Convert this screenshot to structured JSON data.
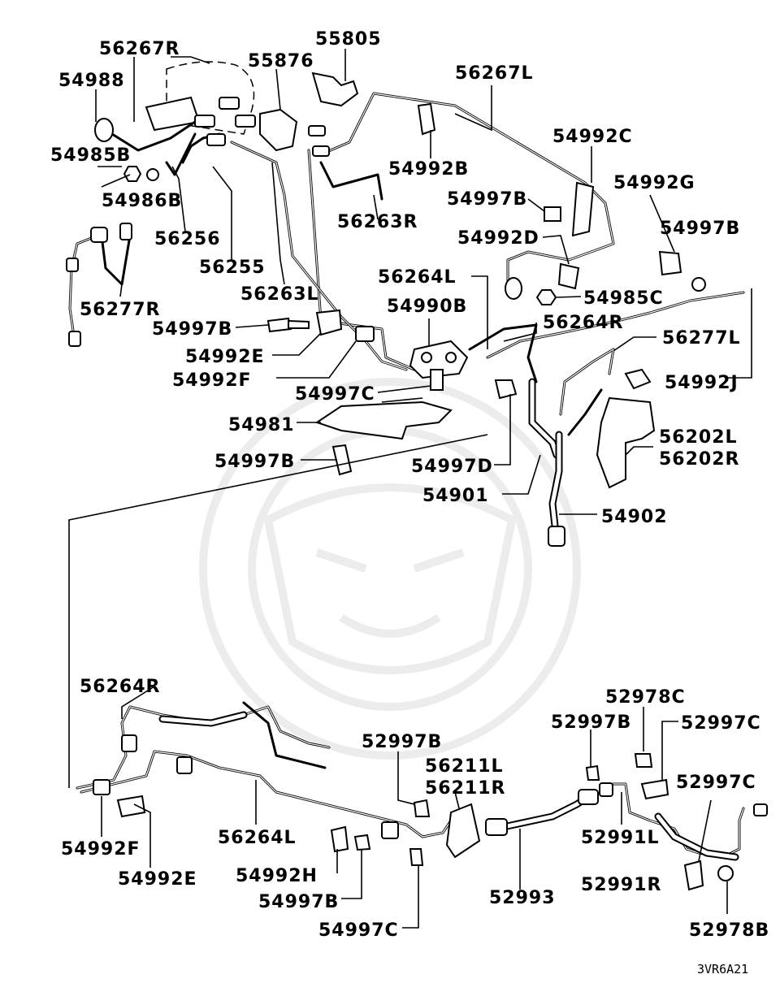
{
  "diagram_code": "3VR6A21",
  "parts": [
    {
      "id": "p_55805",
      "label": "55805"
    },
    {
      "id": "p_56267R",
      "label": "56267R"
    },
    {
      "id": "p_55876",
      "label": "55876"
    },
    {
      "id": "p_54988",
      "label": "54988"
    },
    {
      "id": "p_56267L",
      "label": "56267L"
    },
    {
      "id": "p_54992C",
      "label": "54992C"
    },
    {
      "id": "p_54985B",
      "label": "54985B"
    },
    {
      "id": "p_54992B",
      "label": "54992B"
    },
    {
      "id": "p_54992G",
      "label": "54992G"
    },
    {
      "id": "p_54986B",
      "label": "54986B"
    },
    {
      "id": "p_54997B_a",
      "label": "54997B"
    },
    {
      "id": "p_56263R",
      "label": "56263R"
    },
    {
      "id": "p_54997B_b",
      "label": "54997B"
    },
    {
      "id": "p_56256",
      "label": "56256"
    },
    {
      "id": "p_54992D",
      "label": "54992D"
    },
    {
      "id": "p_56255",
      "label": "56255"
    },
    {
      "id": "p_56264L_top",
      "label": "56264L"
    },
    {
      "id": "p_56263L",
      "label": "56263L"
    },
    {
      "id": "p_54985C",
      "label": "54985C"
    },
    {
      "id": "p_56277R",
      "label": "56277R"
    },
    {
      "id": "p_54990B",
      "label": "54990B"
    },
    {
      "id": "p_54997B_c",
      "label": "54997B"
    },
    {
      "id": "p_56264R_top",
      "label": "56264R"
    },
    {
      "id": "p_54992E_top",
      "label": "54992E"
    },
    {
      "id": "p_56277L",
      "label": "56277L"
    },
    {
      "id": "p_54992F_top",
      "label": "54992F"
    },
    {
      "id": "p_54992J",
      "label": "54992J"
    },
    {
      "id": "p_54997C_top",
      "label": "54997C"
    },
    {
      "id": "p_54981",
      "label": "54981"
    },
    {
      "id": "p_56202L",
      "label": "56202L"
    },
    {
      "id": "p_56202R",
      "label": "56202R"
    },
    {
      "id": "p_54997B_d",
      "label": "54997B"
    },
    {
      "id": "p_54997D",
      "label": "54997D"
    },
    {
      "id": "p_54901",
      "label": "54901"
    },
    {
      "id": "p_54902",
      "label": "54902"
    },
    {
      "id": "p_56264R_bot",
      "label": "56264R"
    },
    {
      "id": "p_52978C",
      "label": "52978C"
    },
    {
      "id": "p_52997B_a",
      "label": "52997B"
    },
    {
      "id": "p_52997C_a",
      "label": "52997C"
    },
    {
      "id": "p_52997B_b",
      "label": "52997B"
    },
    {
      "id": "p_56211L",
      "label": "56211L"
    },
    {
      "id": "p_56211R",
      "label": "56211R"
    },
    {
      "id": "p_52997C_b",
      "label": "52997C"
    },
    {
      "id": "p_54992F_bot",
      "label": "54992F"
    },
    {
      "id": "p_56264L_bot",
      "label": "56264L"
    },
    {
      "id": "p_52991L",
      "label": "52991L"
    },
    {
      "id": "p_52991R",
      "label": "52991R"
    },
    {
      "id": "p_54992E_bot",
      "label": "54992E"
    },
    {
      "id": "p_54992H",
      "label": "54992H"
    },
    {
      "id": "p_52993",
      "label": "52993"
    },
    {
      "id": "p_54997B_e",
      "label": "54997B"
    },
    {
      "id": "p_54997C_bot",
      "label": "54997C"
    },
    {
      "id": "p_52978B",
      "label": "52978B"
    }
  ]
}
